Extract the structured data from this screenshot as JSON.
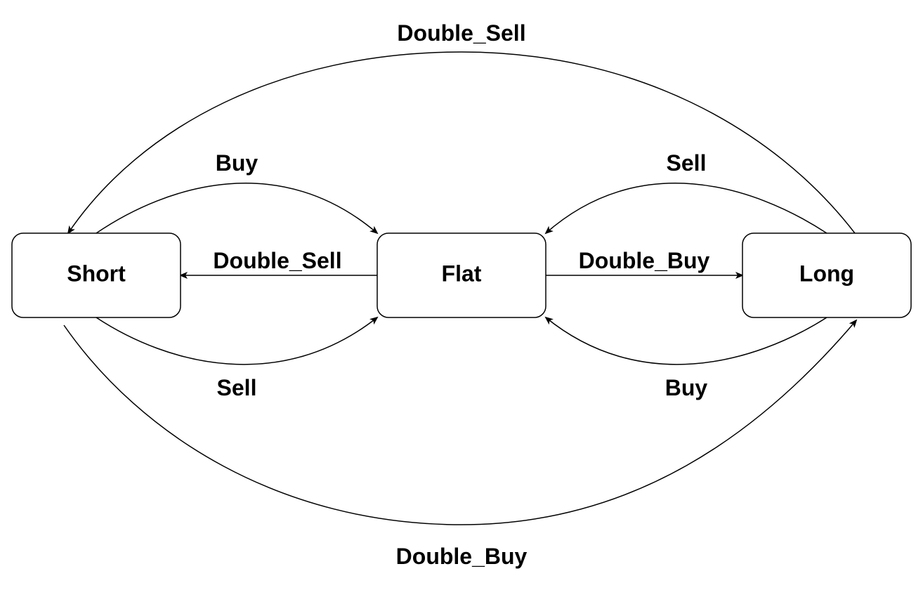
{
  "states": {
    "short": "Short",
    "flat": "Flat",
    "long": "Long"
  },
  "transitions": {
    "long_to_short": "Double_Sell",
    "short_to_flat_top": "Buy",
    "long_to_flat_top": "Sell",
    "flat_to_short": "Double_Sell",
    "flat_to_long": "Double_Buy",
    "short_to_flat_bottom": "Sell",
    "long_to_flat_bottom": "Buy",
    "short_to_long": "Double_Buy"
  }
}
